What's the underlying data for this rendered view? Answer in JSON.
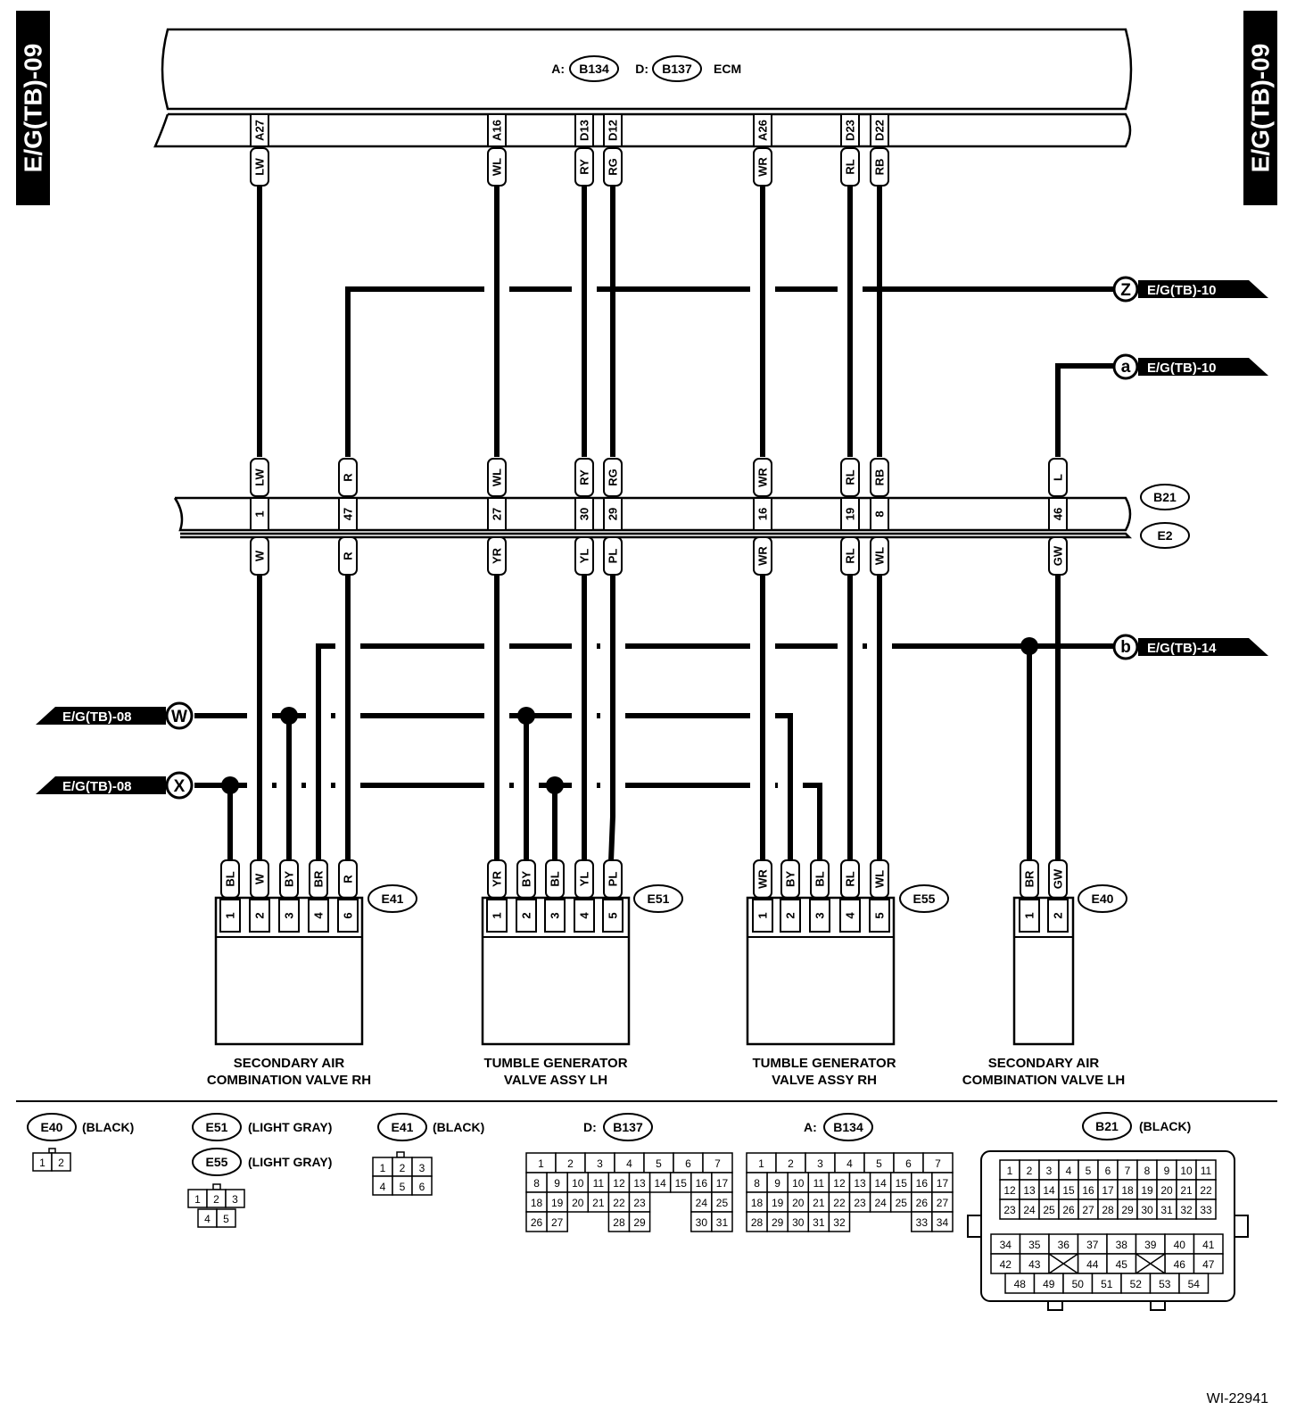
{
  "page_tags": {
    "left": "E/G(TB)-09",
    "right": "E/G(TB)-09"
  },
  "ecm": {
    "label_a": "A:",
    "conn_a": "B134",
    "label_d": "D:",
    "conn_d": "B137",
    "name": "ECM",
    "pins": [
      "A27",
      "A16",
      "D13",
      "D12",
      "A26",
      "D23",
      "D22"
    ],
    "wires": [
      "LW",
      "WL",
      "RY",
      "RG",
      "WR",
      "RL",
      "RB"
    ]
  },
  "offpage": {
    "z": {
      "letter": "Z",
      "ref": "E/G(TB)-10"
    },
    "a": {
      "letter": "a",
      "ref": "E/G(TB)-10"
    },
    "b": {
      "letter": "b",
      "ref": "E/G(TB)-14"
    },
    "w": {
      "letter": "W",
      "ref": "E/G(TB)-08"
    },
    "x": {
      "letter": "X",
      "ref": "E/G(TB)-08"
    }
  },
  "joint": {
    "top_conn": "B21",
    "bottom_conn": "E2",
    "top_wires": [
      "LW",
      "R",
      "WL",
      "RY",
      "RG",
      "WR",
      "RL",
      "RB",
      "L"
    ],
    "pins": [
      "1",
      "47",
      "27",
      "30",
      "29",
      "16",
      "19",
      "8",
      "46"
    ],
    "bottom_wires": [
      "W",
      "R",
      "YR",
      "YL",
      "PL",
      "WR",
      "RL",
      "WL",
      "GW"
    ]
  },
  "components": [
    {
      "conn": "E41",
      "wires": [
        "BL",
        "W",
        "BY",
        "BR",
        "R"
      ],
      "pins": [
        "1",
        "2",
        "3",
        "4",
        "6"
      ],
      "name_l1": "SECONDARY AIR",
      "name_l2": "COMBINATION VALVE RH"
    },
    {
      "conn": "E51",
      "wires": [
        "YR",
        "BY",
        "BL",
        "YL",
        "PL"
      ],
      "pins": [
        "1",
        "2",
        "3",
        "4",
        "5"
      ],
      "name_l1": "TUMBLE GENERATOR",
      "name_l2": "VALVE ASSY LH"
    },
    {
      "conn": "E55",
      "wires": [
        "WR",
        "BY",
        "BL",
        "RL",
        "WL"
      ],
      "pins": [
        "1",
        "2",
        "3",
        "4",
        "5"
      ],
      "name_l1": "TUMBLE GENERATOR",
      "name_l2": "VALVE ASSY RH"
    },
    {
      "conn": "E40",
      "wires": [
        "BR",
        "GW"
      ],
      "pins": [
        "1",
        "2"
      ],
      "name_l1": "SECONDARY AIR",
      "name_l2": "COMBINATION VALVE LH"
    }
  ],
  "legend": {
    "e40": {
      "conn": "E40",
      "color": "(BLACK)",
      "rows": [
        [
          "1",
          "2"
        ]
      ]
    },
    "e51": {
      "conn": "E51",
      "color": "(LIGHT GRAY)"
    },
    "e55": {
      "conn": "E55",
      "color": "(LIGHT GRAY)",
      "rows": [
        [
          "1",
          "2",
          "3"
        ],
        [
          "4",
          "5"
        ]
      ]
    },
    "e41": {
      "conn": "E41",
      "color": "(BLACK)",
      "rows": [
        [
          "1",
          "2",
          "3"
        ],
        [
          "4",
          "5",
          "6"
        ]
      ]
    },
    "d": {
      "prefix": "D:",
      "conn": "B137",
      "rows": [
        [
          "1",
          "2",
          "3",
          "4",
          "5",
          "6",
          "7"
        ],
        [
          "8",
          "9",
          "10",
          "11",
          "12",
          "13",
          "14",
          "15",
          "16",
          "17"
        ],
        [
          "18",
          "19",
          "20",
          "21",
          "22",
          "23",
          "24",
          "25"
        ],
        [
          "26",
          "27",
          "28",
          "29",
          "30",
          "31"
        ]
      ]
    },
    "a": {
      "prefix": "A:",
      "conn": "B134",
      "rows": [
        [
          "1",
          "2",
          "3",
          "4",
          "5",
          "6",
          "7"
        ],
        [
          "8",
          "9",
          "10",
          "11",
          "12",
          "13",
          "14",
          "15",
          "16",
          "17"
        ],
        [
          "18",
          "19",
          "20",
          "21",
          "22",
          "23",
          "24",
          "25",
          "26",
          "27"
        ],
        [
          "28",
          "29",
          "30",
          "31",
          "32",
          "33",
          "34"
        ]
      ]
    },
    "b21": {
      "conn": "B21",
      "color": "(BLACK)",
      "rows": [
        [
          "1",
          "2",
          "3",
          "4",
          "5",
          "6",
          "7",
          "8",
          "9",
          "10",
          "11"
        ],
        [
          "12",
          "13",
          "14",
          "15",
          "16",
          "17",
          "18",
          "19",
          "20",
          "21",
          "22"
        ],
        [
          "23",
          "24",
          "25",
          "26",
          "27",
          "28",
          "29",
          "30",
          "31",
          "32",
          "33"
        ],
        [
          "34",
          "35",
          "36",
          "37",
          "38",
          "39",
          "40",
          "41"
        ],
        [
          "42",
          "43",
          "44",
          "45",
          "46",
          "47"
        ],
        [
          "48",
          "49",
          "50",
          "51",
          "52",
          "53",
          "54"
        ]
      ]
    }
  },
  "figure_id": "WI-22941"
}
